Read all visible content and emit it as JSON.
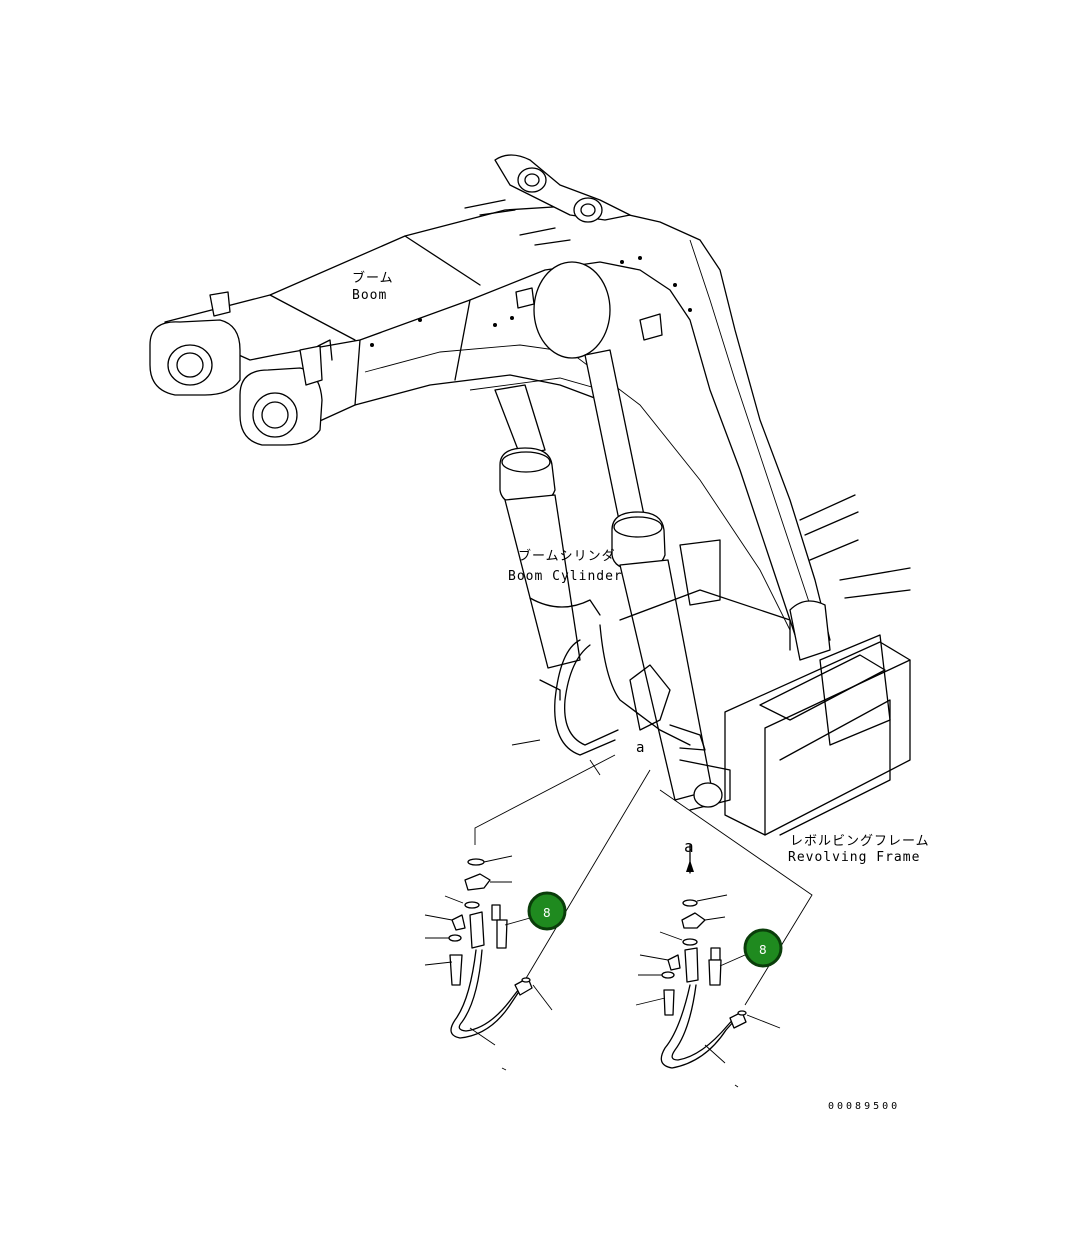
{
  "labels": {
    "boom_jp": "ブーム",
    "boom_en": "Boom",
    "boom_cylinder_jp": "ブームシリンダ",
    "boom_cylinder_en": "Boom Cylinder",
    "revolving_frame_jp": "レボルビングフレーム",
    "revolving_frame_en": "Revolving Frame",
    "view_marker": "a",
    "view_marker_arrow": "a",
    "drawing_number": "00089500"
  },
  "callouts": [
    {
      "number": "8",
      "color": "#1f8a1f"
    },
    {
      "number": "8",
      "color": "#1f8a1f"
    }
  ],
  "colors": {
    "line": "#000000",
    "callout_fill": "#1f8a1f",
    "callout_border": "#0a3d0a",
    "background": "#ffffff"
  }
}
